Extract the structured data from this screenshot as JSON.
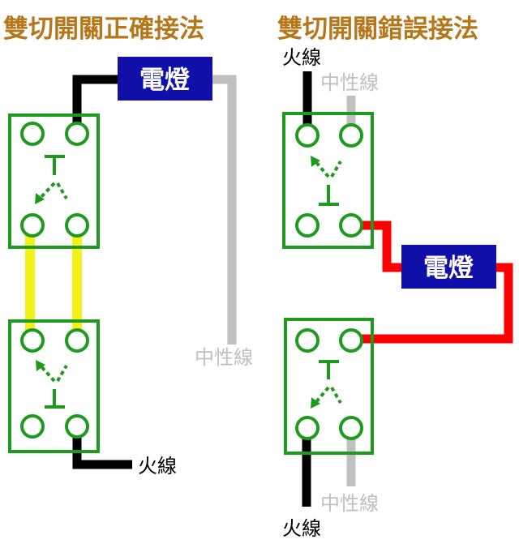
{
  "colors": {
    "title": "#b5771a",
    "switch_green": "#1e9a1e",
    "lamp_bg": "#1010a8",
    "lamp_text": "#ffffff",
    "live": "#000000",
    "neutral": "#c0c0c0",
    "traveler": "#f2f218",
    "wrong_wire": "#ff0000"
  },
  "left": {
    "title": "雙切開關正確接法",
    "lamp": "電燈",
    "neutral_label": "中性線",
    "live_label": "火線"
  },
  "right": {
    "title": "雙切開關錯誤接法",
    "lamp": "電燈",
    "top_live_label": "火線",
    "top_neutral_label": "中性線",
    "bottom_neutral_label": "中性線",
    "bottom_live_label": "火線"
  }
}
